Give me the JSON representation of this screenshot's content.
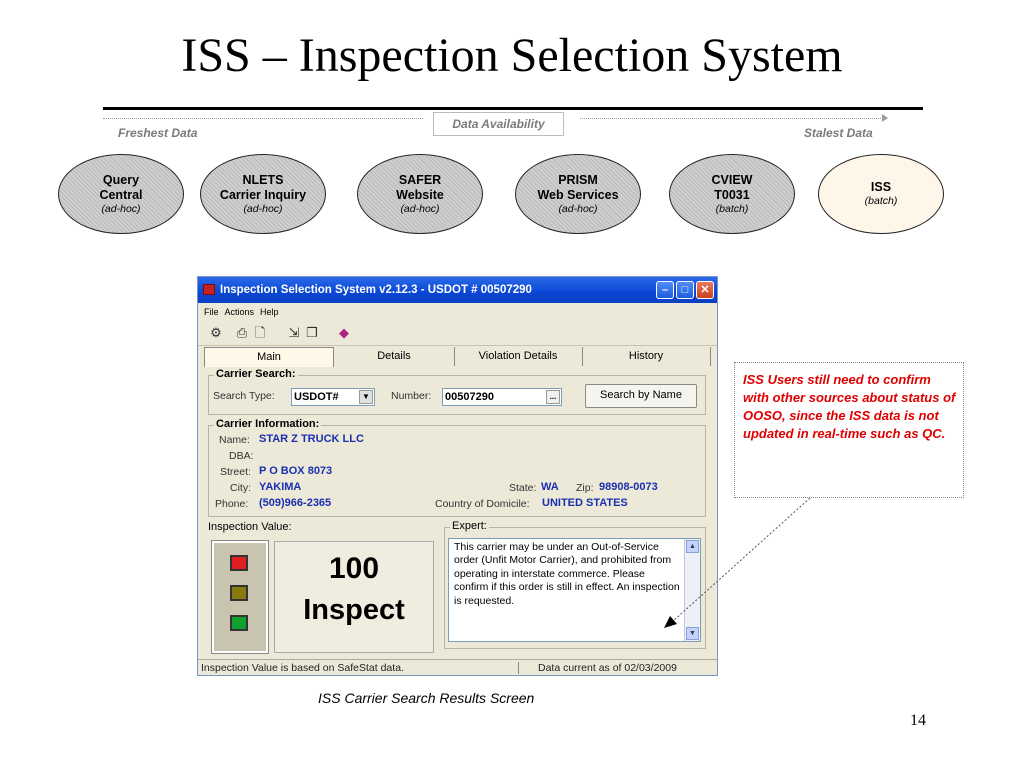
{
  "slide": {
    "title": "ISS – Inspection Selection System",
    "number": "14",
    "caption": "ISS Carrier Search Results Screen"
  },
  "timeline": {
    "label": "Data Availability",
    "left": "Freshest Data",
    "right": "Stalest Data",
    "sources": [
      {
        "line1": "Query",
        "line2": "Central",
        "sub": "(ad-hoc)"
      },
      {
        "line1": "NLETS",
        "line2": "Carrier Inquiry",
        "sub": "(ad-hoc)"
      },
      {
        "line1": "SAFER",
        "line2": "Website",
        "sub": "(ad-hoc)"
      },
      {
        "line1": "PRISM",
        "line2": "Web Services",
        "sub": "(ad-hoc)"
      },
      {
        "line1": "CVIEW",
        "line2": "T0031",
        "sub": "(batch)"
      },
      {
        "line1": "ISS",
        "line2": "",
        "sub": "(batch)"
      }
    ]
  },
  "window": {
    "title": "Inspection Selection System v2.12.3 - USDOT # 00507290",
    "menu": [
      "File",
      "Actions",
      "Help"
    ],
    "tabs": [
      "Main",
      "Details",
      "Violation Details",
      "History"
    ],
    "carrier_search": {
      "group_label": "Carrier Search:",
      "search_type_label": "Search Type:",
      "search_type_value": "USDOT#",
      "number_label": "Number:",
      "number_value": "00507290",
      "ellipsis": "...",
      "search_button": "Search by Name"
    },
    "carrier_info": {
      "group_label": "Carrier Information:",
      "name_label": "Name:",
      "name": "STAR Z TRUCK LLC",
      "dba_label": "DBA:",
      "street_label": "Street:",
      "street": "P O BOX 8073",
      "city_label": "City:",
      "city": "YAKIMA",
      "state_label": "State:",
      "state": "WA",
      "zip_label": "Zip:",
      "zip": "98908-0073",
      "phone_label": "Phone:",
      "phone": "(509)966-2365",
      "domicile_label": "Country of Domicile:",
      "domicile": "UNITED STATES"
    },
    "inspection_value": {
      "group_label": "Inspection Value:",
      "score": "100",
      "recommendation": "Inspect",
      "light_colors": [
        "#e02020",
        "#8a7a10",
        "#10a030"
      ]
    },
    "expert": {
      "group_label": "Expert:",
      "text": "This carrier may be under an Out-of-Service order (Unfit Motor Carrier), and prohibited from operating in interstate commerce. Please confirm if this order is still in effect. An inspection is requested."
    },
    "status": {
      "left": "Inspection Value is based on SafeStat data.",
      "right": "Data current as of 02/03/2009"
    }
  },
  "callout": {
    "text": "ISS Users still need to confirm with other sources about status of OOSO, since the ISS data is not updated in real-time such as QC."
  }
}
